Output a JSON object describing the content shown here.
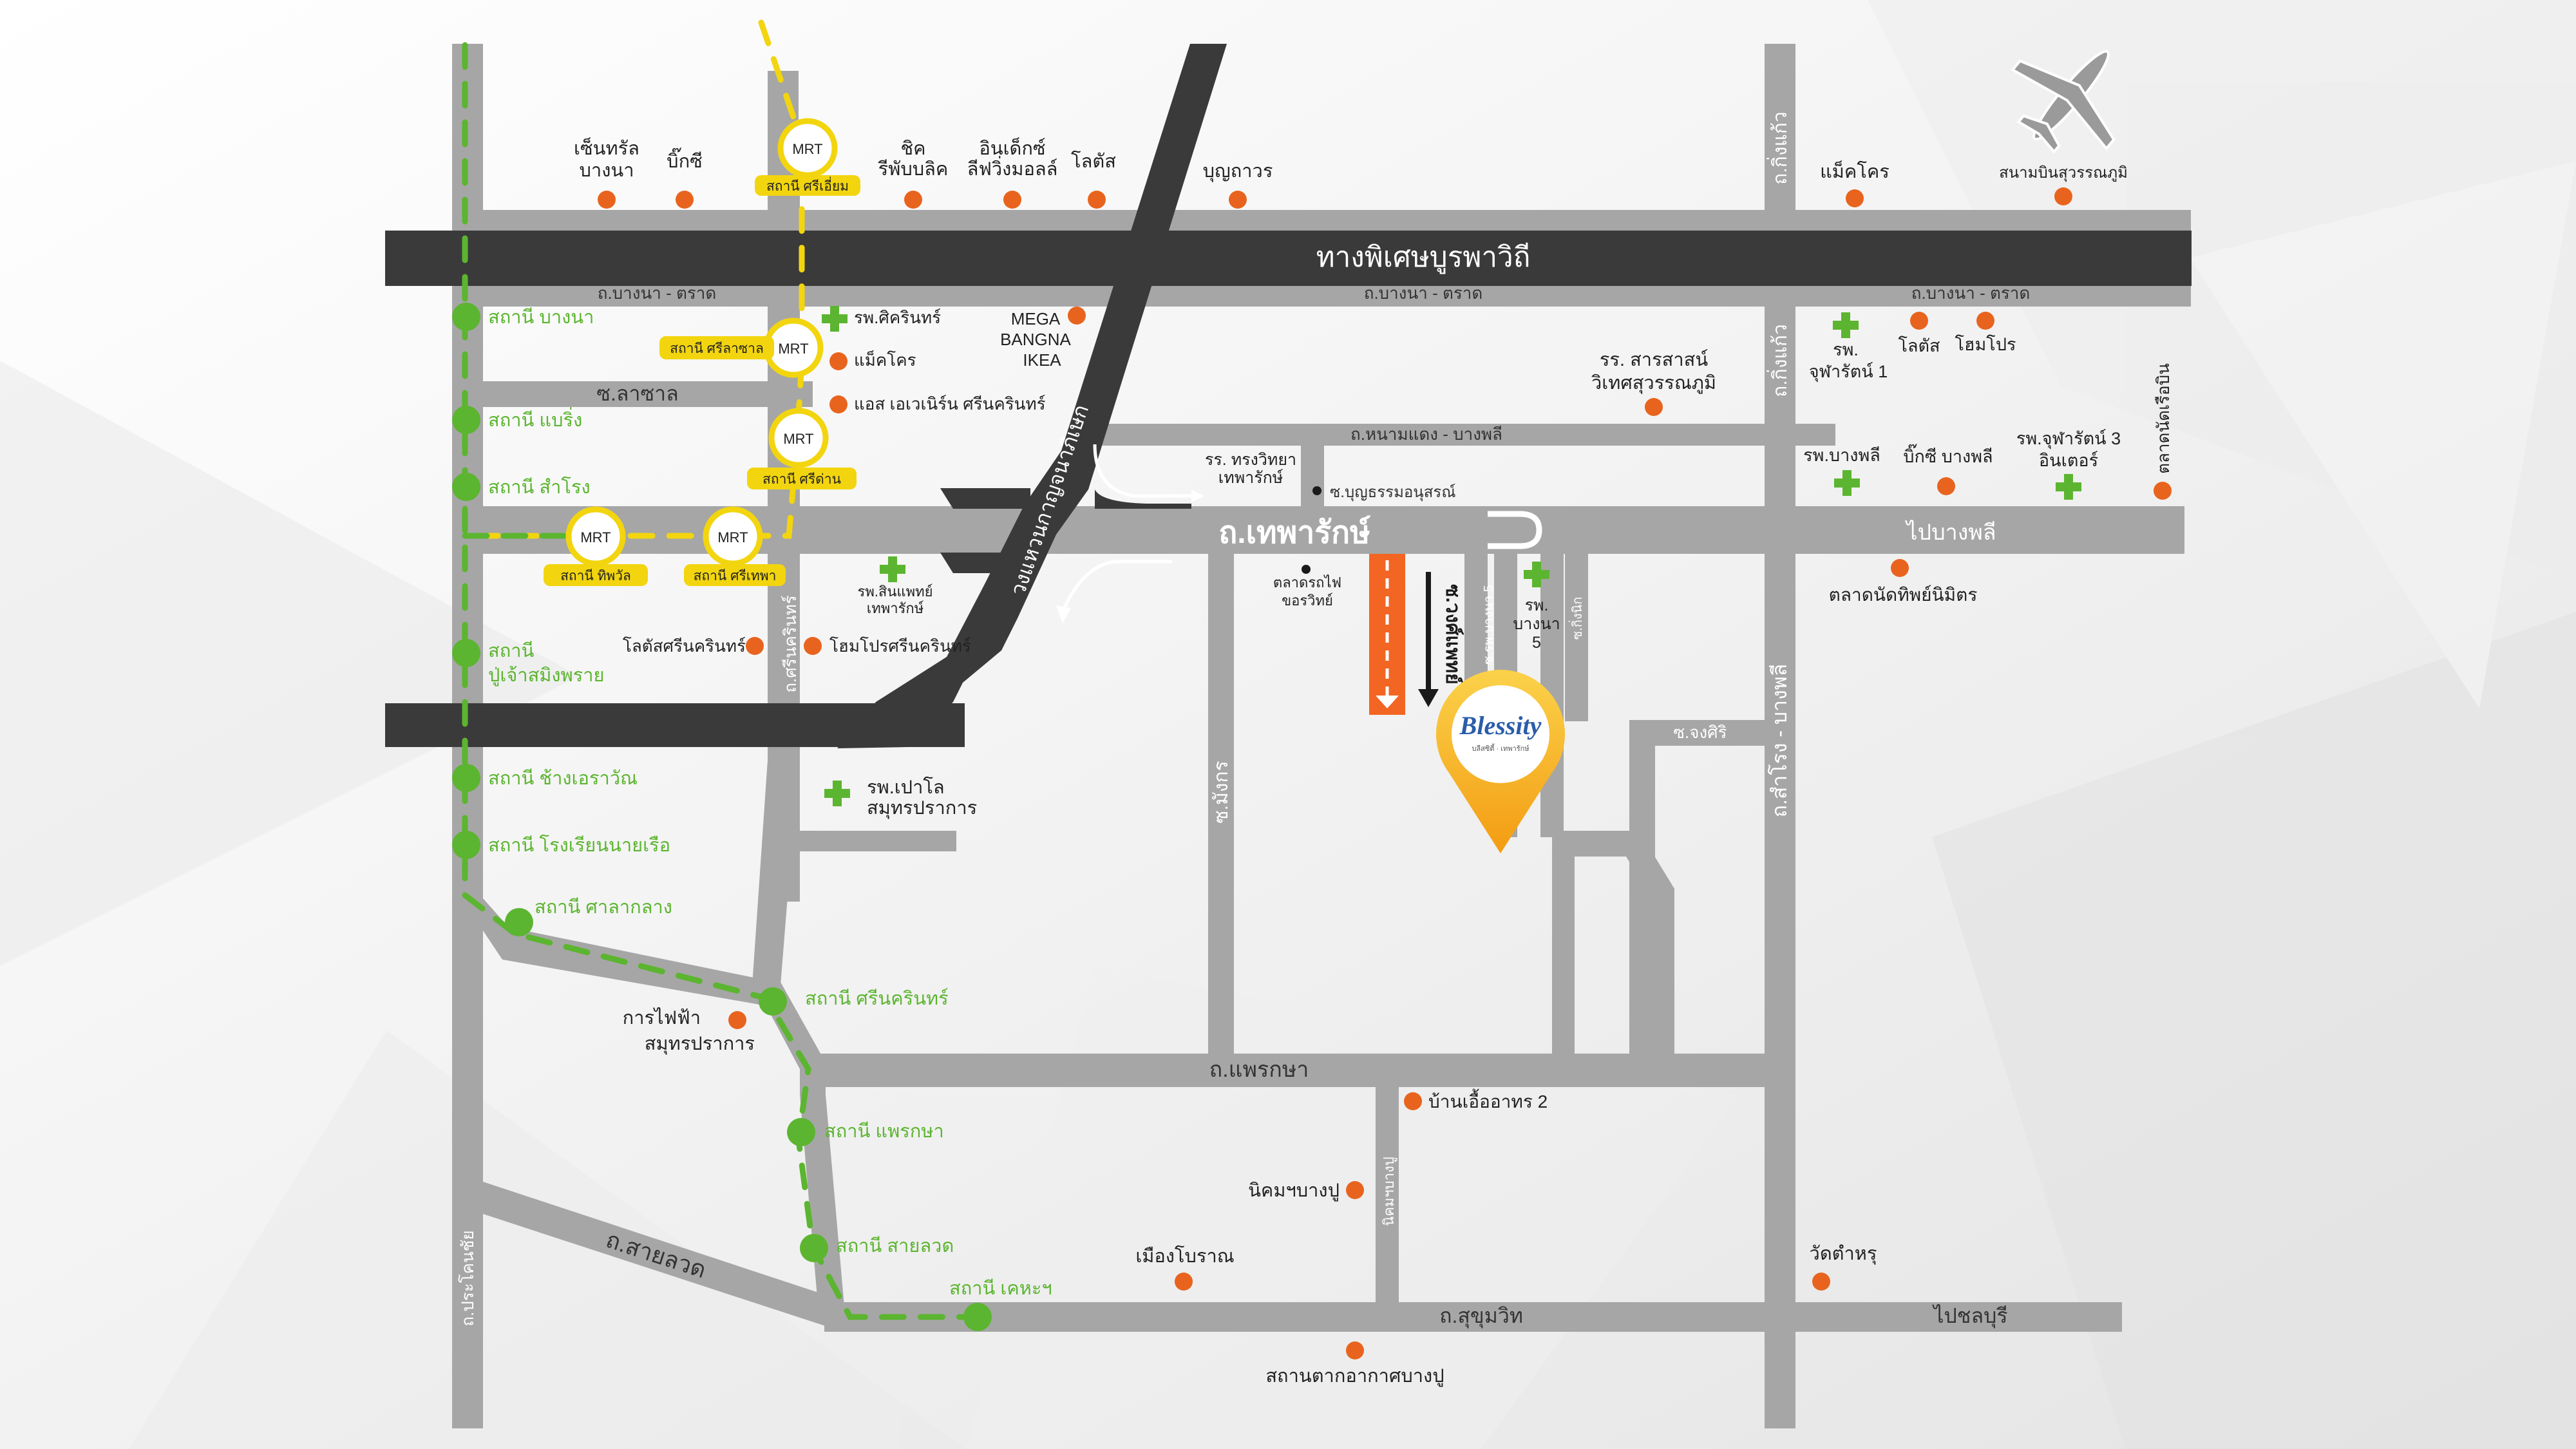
{
  "colors": {
    "road": "#a6a6a6",
    "expressway": "#3a3a3a",
    "mrt_yellow": "#f2d50f",
    "bts_green": "#5cb530",
    "poi_orange": "#e8641e",
    "hospital_green": "#5cb530",
    "pin_yellow": "#f5b21b",
    "soi_orange": "#f26522"
  },
  "roads": {
    "expressway": "ทางพิเศษบูรพาวิถี",
    "bangna_trat_1": "ถ.บางนา - ตราด",
    "bangna_trat_2": "ถ.บางนา - ตราด",
    "bangna_trat_3": "ถ.บางนา - ตราด",
    "king_kaeo_1": "ถ.กิ่งแก้ว",
    "king_kaeo_2": "ถ.กิ่งแก้ว",
    "la_salle": "ซ.ลาซาล",
    "nammdaeng_bangphli": "ถ.หนามแดง - บางพลี",
    "thepharak": "ถ.เทพารักษ์",
    "to_bang_phli": "ไปบางพลี",
    "srinakarin": "ถ.ศรีนครินทร์",
    "bunyatham": "ซ.บุญธรรมอนุสรณ์",
    "wongsiphat": "ซ.วงศ์แพทย์",
    "bangna5": "ซ.รพ.บางนา 5",
    "kingkaeo_soi": "ซ.กิ่งนิก",
    "chongsiri": "ซ.จงศิริ",
    "samrong_bangphli": "ถ.สำโรง - บางพลี",
    "mangkon": "ซ.มังกร",
    "phraeksa": "ถ.แพรกษา",
    "nikhom_bangpu": "นิคมฯบางปู",
    "sukhumvit": "ถ.สุขุมวิท",
    "to_chonburi": "ไปชลบุรี",
    "sai_luat": "ถ.สายลวด",
    "prachachai": "ถ.ประโคนชัย",
    "kanchanaphisek": "วงแหวนกาญจนาภิเษก"
  },
  "mrt": {
    "badge": "MRT",
    "sri_iam": "สถานี ศรีเอี่ยม",
    "sri_la_salle": "สถานี ศรีลาซาล",
    "sri_dan": "สถานี ศรีด่าน",
    "sri_thepha": "สถานี ศรีเทพา",
    "thipphawan": "สถานี ทิพวัล"
  },
  "btl": {
    "bang_na": "สถานี บางนา",
    "baring": "สถานี แบริ่ง",
    "samrong": "สถานี สำโรง",
    "pu_chao_1": "สถานี",
    "pu_chao_2": "ปู่เจ้าสมิงพราย",
    "chang_erawan": "สถานี ช้างเอราวัณ",
    "naval_academy": "สถานี โรงเรียนนายเรือ",
    "sala_klang": "สถานี ศาลากลาง",
    "srinakarin": "สถานี ศรีนครินทร์",
    "phraeksa": "สถานี แพรกษา",
    "sai_luat": "สถานี สายลวด",
    "kheha": "สถานี เคหะฯ"
  },
  "poi": {
    "central_1": "เซ็นทรัล",
    "central_2": "บางนา",
    "bigc": "บิ๊กซี",
    "chic_1": "ชิค",
    "chic_2": "รีพับบลิค",
    "index_1": "อินเด็กซ์",
    "index_2": "ลีฟวิ่งมอลล์",
    "lotus": "โลตัส",
    "bunthawon": "บุญถาวร",
    "makro_top": "แม็คโคร",
    "suvarnabhumi": "สนามบินสุวรรณภูมิ",
    "siriin": "รพ.ศิครินทร์",
    "makro_2": "แม็คโคร",
    "s_avenue": "แอส เอเวเนิร์น ศรีนครินทร์",
    "mega_1": "MEGA",
    "mega_2": "BANGNA",
    "mega_3": "IKEA",
    "school_1": "รร. สารสาสน์",
    "school_2": "วิเทศสุวรรณภูมิ",
    "chula1_1": "รพ.",
    "chula1_2": "จุฬารัตน์ 1",
    "lotus_2": "โลตัส",
    "homepro": "โฮมโปร",
    "tanrong_1": "รร. ทรงวิทยา",
    "tanrong_2": "เทพารักษ์",
    "bangphli_hosp": "รพ.บางพลี",
    "bigc_bangphli": "บิ๊กซี บางพลี",
    "chula3_1": "รพ.จุฬารัตน์ 3",
    "chula3_2": "อินเตอร์",
    "rot_fai_market_1": "ตลาดรถไฟ",
    "rot_fai_market_2": "ขอรวิทย์",
    "market_nimit": "ตลาดนัดทิพย์นิมิตร",
    "float_market": "ตลาดนัดเรือบิน",
    "bangna5_hosp_1": "รพ.",
    "bangna5_hosp_2": "บางนา",
    "bangna5_hosp_3": "5",
    "sinphaet_1": "รพ.สินแพทย์",
    "sinphaet_2": "เทพารักษ์",
    "lotus_srinakarin": "โลตัสศรีนครินทร์",
    "homepro_srinakarin": "โฮมโปรศรีนครินทร์",
    "paolo_1": "รพ.เปาโล",
    "paolo_2": "สมุทรปราการ",
    "pea_1": "การไฟฟ้า",
    "pea_2": "สมุทรปราการ",
    "ban_uea_arthon": "บ้านเอื้ออาทร 2",
    "bangpu_estate": "นิคมฯบางปู",
    "ancient_city": "เมืองโบราณ",
    "wat_tamru": "วัดตำหรุ",
    "bangpu_station": "สถานตากอากาศบางปู"
  },
  "brand": {
    "name": "Blessity",
    "tagline": "บลีสซิตี้ · เทพารักษ์"
  }
}
